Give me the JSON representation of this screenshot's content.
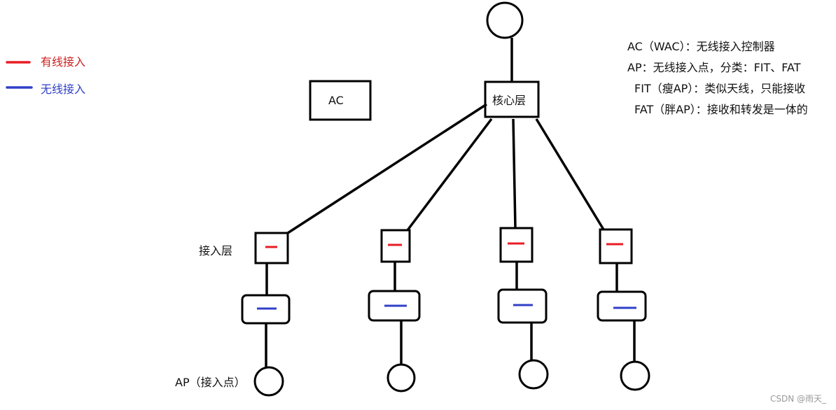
{
  "legend": {
    "wired_label": "有线接入",
    "wireless_label": "无线接入",
    "wired_color": "#e81c24",
    "wireless_color": "#3040c8"
  },
  "labels": {
    "ac": "AC",
    "core": "核心层",
    "access": "接入层",
    "ap": "AP（接入点）"
  },
  "notes": [
    "AC（WAC）：无线接入控制器",
    "AP：无线接入点，分类：FIT、FAT",
    "FIT（瘦AP）：类似天线，只能接收",
    "FAT（胖AP）：接收和转发是一体的"
  ],
  "watermark": "CSDN @雨天_"
}
